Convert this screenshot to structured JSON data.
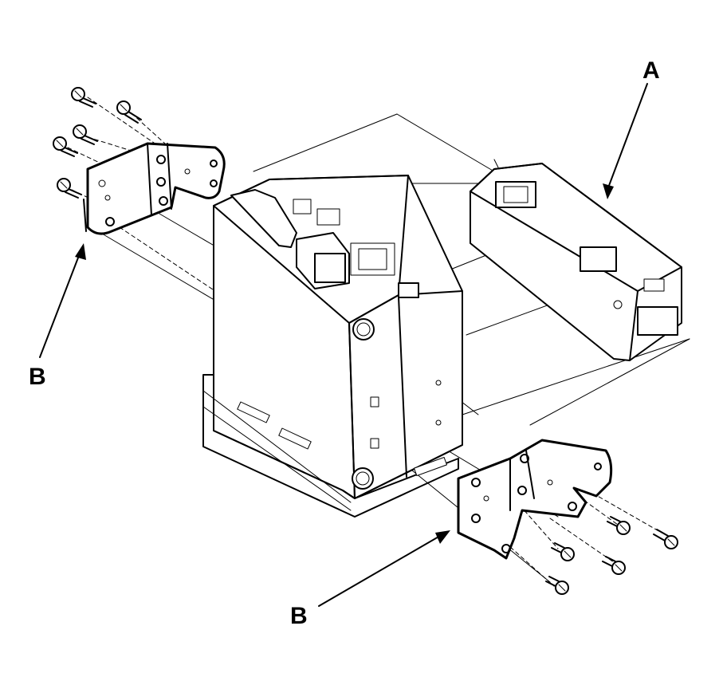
{
  "callouts": {
    "a": "A",
    "b_left": "B",
    "b_bottom": "B"
  },
  "colors": {
    "ink": "#000000",
    "paper": "#ffffff"
  }
}
